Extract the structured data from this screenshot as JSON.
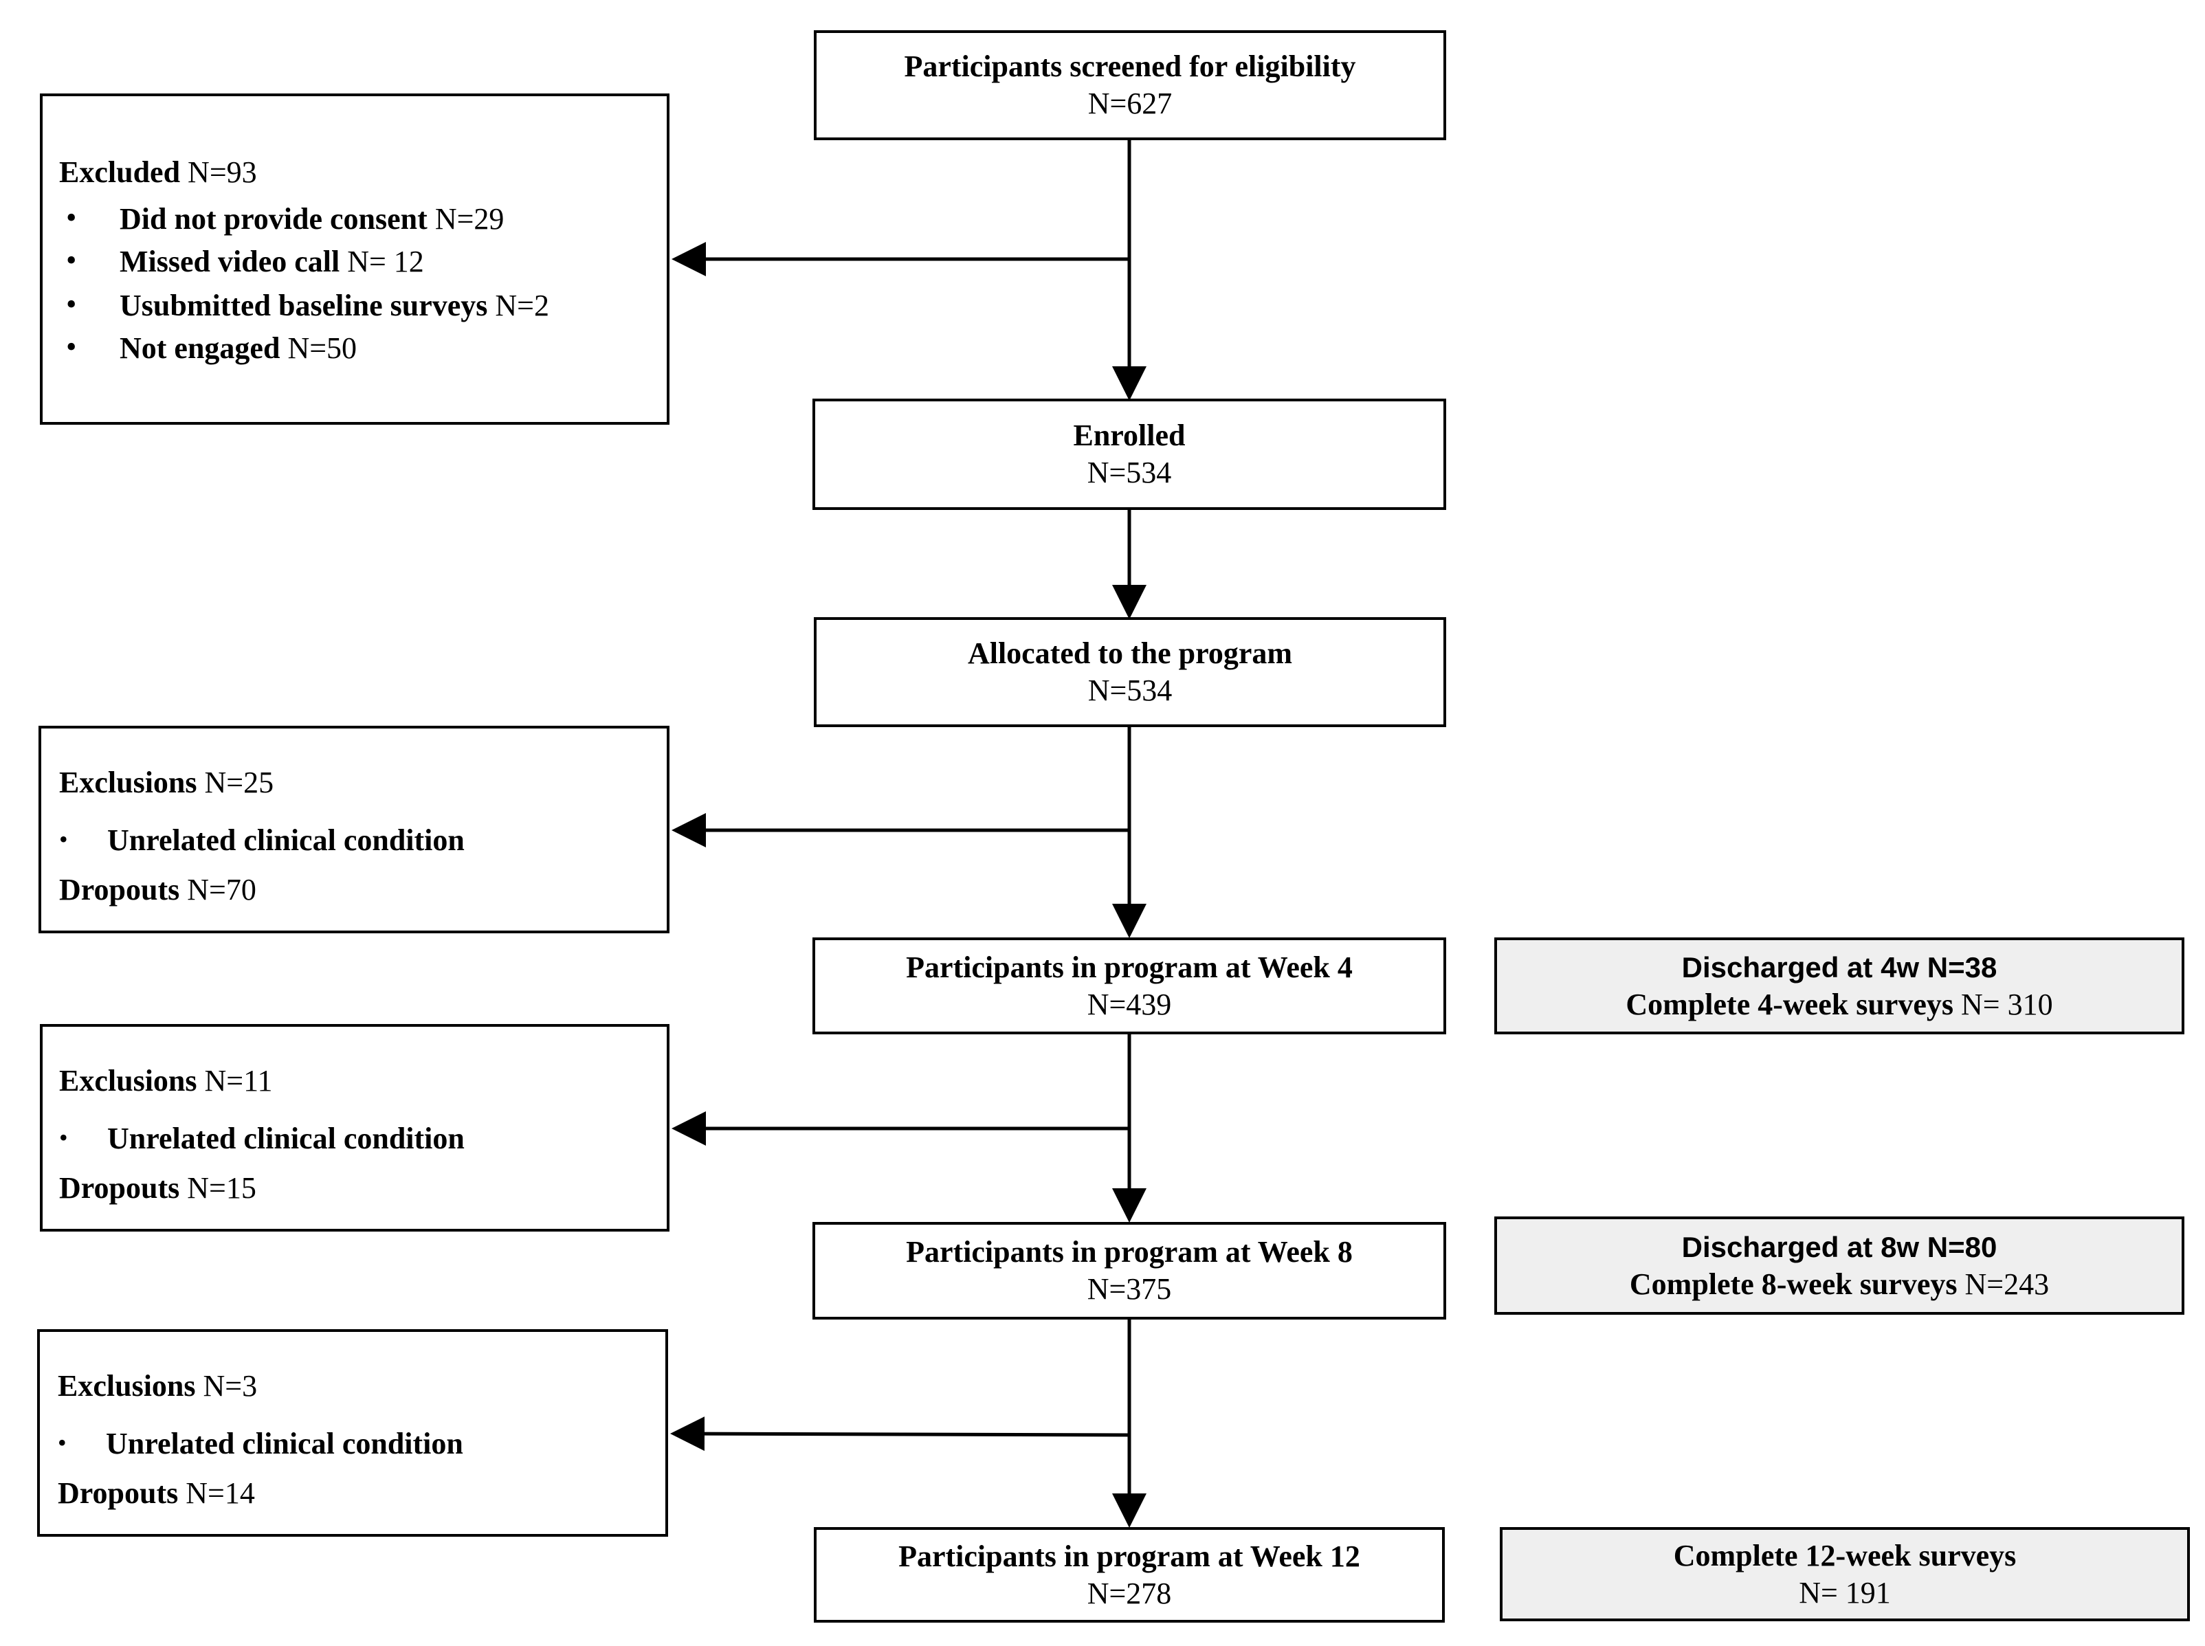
{
  "flow": {
    "screened": {
      "label": "Participants screened for eligibility",
      "n": "N=627"
    },
    "enrolled": {
      "label": "Enrolled",
      "n": "N=534"
    },
    "allocated": {
      "label": "Allocated to the program",
      "n": "N=534"
    },
    "week4": {
      "label": "Participants in program at Week 4",
      "n": "N=439"
    },
    "week8": {
      "label": "Participants in program at Week 8",
      "n": "N=375"
    },
    "week12": {
      "label": "Participants in program at Week 12",
      "n": "N=278"
    }
  },
  "excluded": {
    "label": "Excluded",
    "n": "N=93",
    "items": [
      {
        "label": "Did not provide consent",
        "n": "N=29"
      },
      {
        "label": "Missed video call",
        "n": "N= 12"
      },
      {
        "label": "Usubmitted baseline surveys",
        "n": "N=2"
      },
      {
        "label": "Not engaged",
        "n": "N=50"
      }
    ]
  },
  "losses": [
    {
      "exclusions_label": "Exclusions",
      "exclusions_n": "N=25",
      "reason": "Unrelated clinical condition",
      "dropouts_label": "Dropouts",
      "dropouts_n": "N=70"
    },
    {
      "exclusions_label": "Exclusions",
      "exclusions_n": "N=11",
      "reason": "Unrelated clinical condition",
      "dropouts_label": "Dropouts",
      "dropouts_n": "N=15"
    },
    {
      "exclusions_label": "Exclusions",
      "exclusions_n": "N=3",
      "reason": "Unrelated clinical condition",
      "dropouts_label": "Dropouts",
      "dropouts_n": "N=14"
    }
  ],
  "outcomes": {
    "week4": {
      "discharged": "Discharged at 4w N=38",
      "surveys_label": "Complete 4-week surveys",
      "surveys_n": "N= 310"
    },
    "week8": {
      "discharged": "Discharged at 8w N=80",
      "surveys_label": "Complete 8-week surveys",
      "surveys_n": "N=243"
    },
    "week12": {
      "surveys_label": "Complete 12-week surveys",
      "surveys_n": "N= 191"
    }
  },
  "bullet_glyph": "•"
}
